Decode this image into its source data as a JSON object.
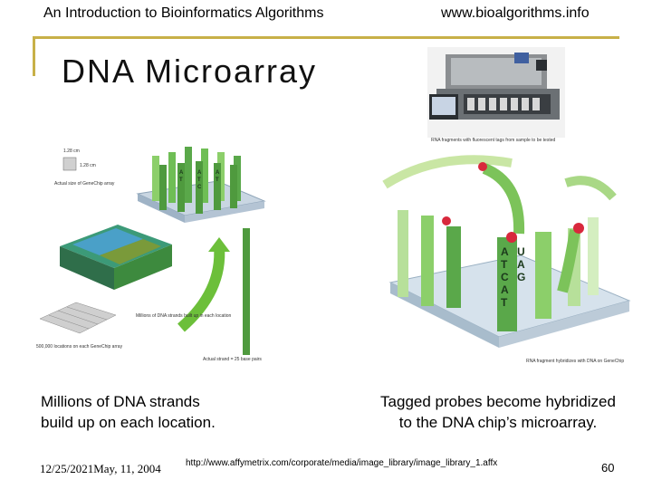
{
  "header": {
    "left": "An Introduction to Bioinformatics Algorithms",
    "right": "www.bioalgorithms.info"
  },
  "slide": {
    "title": "DNA Microarray"
  },
  "figures": {
    "machine_caption": "RNA fragments with fluorescent tags from sample to be tested",
    "left_labels": {
      "size_top": "1.28 cm",
      "size_side": "1.28 cm",
      "actual_size": "Actual size of GeneChip array",
      "millions": "Millions of DNA strands built up in each location",
      "locations": "500,000 locations on each GeneChip array",
      "strand": "Actual strand = 25 base pairs"
    },
    "right_label": "RNA fragment hybridizes with DNA on GeneChip",
    "colors": {
      "accent": "#c8b048",
      "probe_green": "#5aa84a",
      "tag_red": "#d8283c"
    }
  },
  "captions": {
    "left_line1": "Millions of DNA strands",
    "left_line2": "build up on each location.",
    "right_line1": "Tagged probes become hybridized",
    "right_line2": "to the DNA chip’s microarray."
  },
  "footer": {
    "date": "12/25/2021May, 11, 2004",
    "url": "http://www.affymetrix.com/corporate/media/image_library/image_library_1.affx",
    "page": "60"
  }
}
